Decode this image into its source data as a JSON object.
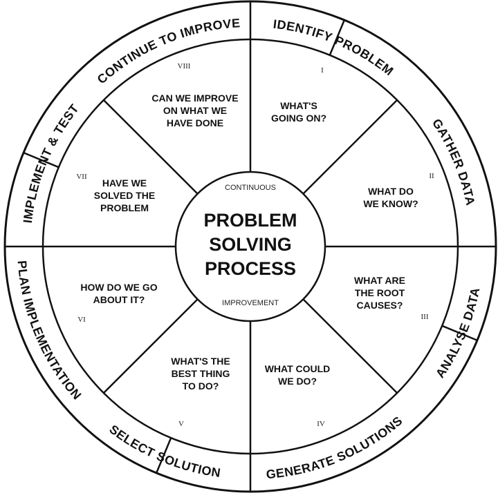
{
  "center": {
    "top_label": "CONTINUOUS",
    "title_lines": [
      "PROBLEM",
      "SOLVING",
      "PROCESS"
    ],
    "bottom_label": "IMPROVEMENT"
  },
  "stages": [
    {
      "numeral": "I",
      "ring_label": "IDENTIFY PROBLEM",
      "question_lines": [
        "WHAT'S",
        "GOING ON?"
      ]
    },
    {
      "numeral": "II",
      "ring_label": "GATHER DATA",
      "question_lines": [
        "WHAT DO",
        "WE KNOW?"
      ]
    },
    {
      "numeral": "III",
      "ring_label": "ANALYSE DATA",
      "question_lines": [
        "WHAT ARE",
        "THE ROOT",
        "CAUSES?"
      ]
    },
    {
      "numeral": "IV",
      "ring_label": "GENERATE SOLUTIONS",
      "question_lines": [
        "WHAT COULD",
        "WE DO?"
      ]
    },
    {
      "numeral": "V",
      "ring_label": "SELECT SOLUTION",
      "question_lines": [
        "WHAT'S THE",
        "BEST THING",
        "TO DO?"
      ]
    },
    {
      "numeral": "VI",
      "ring_label": "PLAN IMPLEMENTATION",
      "question_lines": [
        "HOW DO WE GO",
        "ABOUT IT?"
      ]
    },
    {
      "numeral": "VII",
      "ring_label": "IMPLEMENT & TEST",
      "question_lines": [
        "HAVE WE",
        "SOLVED THE",
        "PROBLEM"
      ]
    },
    {
      "numeral": "VIII",
      "ring_label": "CONTINUE TO IMPROVE",
      "question_lines": [
        "CAN WE IMPROVE",
        "ON WHAT WE",
        "HAVE DONE"
      ]
    }
  ]
}
